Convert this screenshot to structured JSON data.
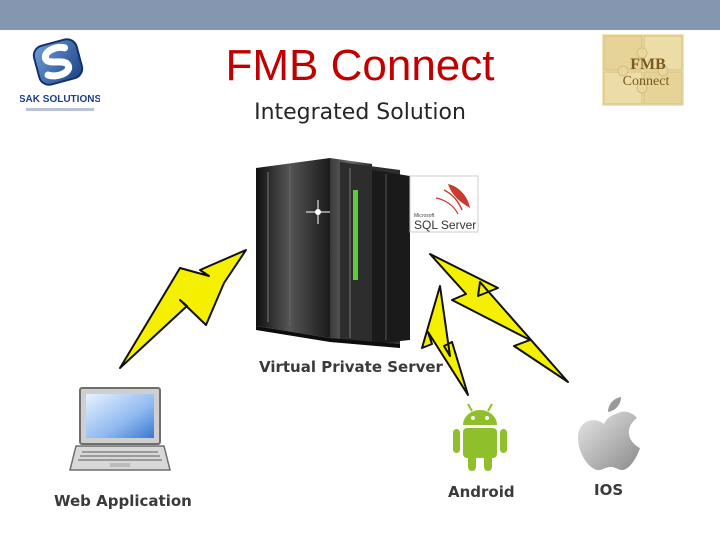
{
  "slide": {
    "title": "FMB Connect",
    "subtitle": "Integrated Solution"
  },
  "logos": {
    "left": {
      "text": "SAK SOLUTIONS",
      "icon": "sak-solutions-logo"
    },
    "right": {
      "line1": "FMB",
      "line2": "Connect",
      "icon": "fmb-connect-puzzle-logo"
    }
  },
  "diagram": {
    "server_label": "Virtual Private Server",
    "sql_badge": {
      "small": "Microsoft",
      "main": "SQL Server"
    },
    "clients": [
      {
        "label": "Web Application",
        "icon": "laptop-icon"
      },
      {
        "label": "Android",
        "icon": "android-icon"
      },
      {
        "label": "IOS",
        "icon": "apple-icon"
      }
    ]
  },
  "colors": {
    "title": "#c00000",
    "top_bar": "#8496b0",
    "lightning": "#f5f000",
    "android_green": "#8fbf2a"
  }
}
